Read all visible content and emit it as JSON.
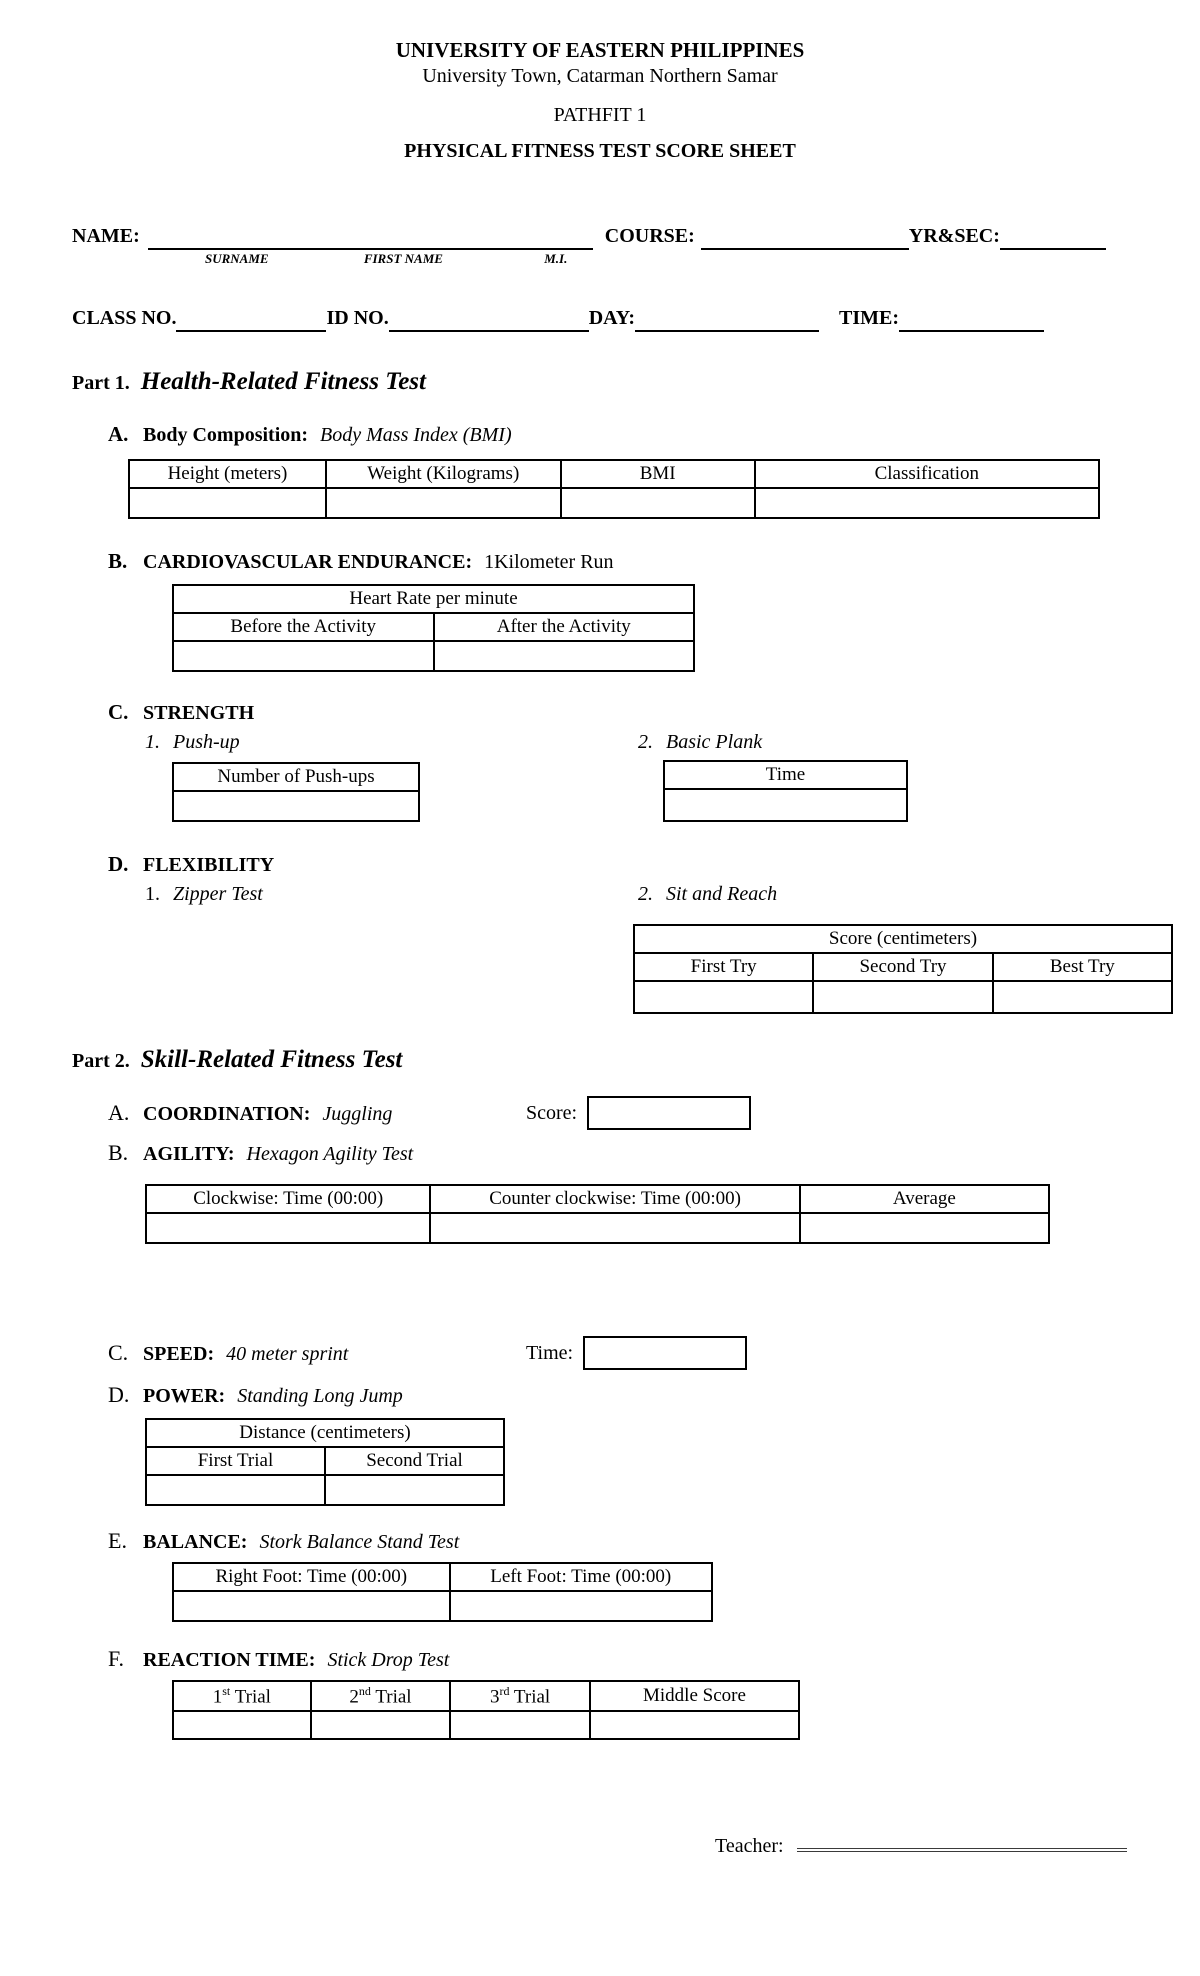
{
  "header": {
    "university": "UNIVERSITY OF EASTERN PHILIPPINES",
    "address": "University Town, Catarman Northern Samar",
    "program": "PATHFIT 1",
    "sheet_title": "PHYSICAL FITNESS TEST SCORE SHEET"
  },
  "student_info": {
    "name_label": "NAME:",
    "surname_label": "SURNAME",
    "first_name_label": "FIRST NAME",
    "mi_label": "M.I.",
    "course_label": "COURSE:",
    "yrsec_label": "YR&SEC:",
    "class_no_label": "CLASS NO.",
    "id_no_label": "ID NO.",
    "day_label": "DAY:",
    "time_label": "TIME:"
  },
  "part1": {
    "label": "Part 1.",
    "title": "Health-Related Fitness Test",
    "a": {
      "letter": "A.",
      "name": "Body Composition:",
      "detail": "Body Mass Index (BMI)",
      "headers": [
        "Height (meters)",
        "Weight (Kilograms)",
        "BMI",
        "Classification"
      ]
    },
    "b": {
      "letter": "B.",
      "name": "CARDIOVASCULAR ENDURANCE:",
      "detail": "1Kilometer Run",
      "table_title": "Heart Rate per minute",
      "headers": [
        "Before the Activity",
        "After the Activity"
      ]
    },
    "c": {
      "letter": "C.",
      "name": "STRENGTH",
      "items": [
        {
          "num": "1.",
          "name": "Push-up",
          "header": "Number of Push-ups"
        },
        {
          "num": "2.",
          "name": "Basic Plank",
          "header": "Time"
        }
      ]
    },
    "d": {
      "letter": "D.",
      "name": "FLEXIBILITY",
      "items": [
        {
          "num": "1.",
          "name": "Zipper Test"
        },
        {
          "num": "2.",
          "name": "Sit and Reach",
          "table_title": "Score (centimeters)",
          "headers": [
            "First Try",
            "Second Try",
            "Best Try"
          ]
        }
      ]
    }
  },
  "part2": {
    "label": "Part 2.",
    "title": "Skill-Related Fitness Test",
    "a": {
      "letter": "A.",
      "name": "COORDINATION:",
      "detail": "Juggling",
      "score_label": "Score:"
    },
    "b": {
      "letter": "B.",
      "name": "AGILITY:",
      "detail": "Hexagon Agility Test",
      "headers": [
        "Clockwise: Time (00:00)",
        "Counter clockwise: Time (00:00)",
        "Average"
      ]
    },
    "c": {
      "letter": "C.",
      "name": "SPEED:",
      "detail": "40 meter sprint",
      "time_label": "Time:"
    },
    "d": {
      "letter": "D.",
      "name": "POWER:",
      "detail": "Standing Long Jump",
      "table_title": "Distance (centimeters)",
      "headers": [
        "First Trial",
        "Second Trial"
      ]
    },
    "e": {
      "letter": "E.",
      "name": "BALANCE:",
      "detail": "Stork Balance Stand Test",
      "headers": [
        "Right Foot: Time (00:00)",
        "Left Foot: Time (00:00)"
      ]
    },
    "f": {
      "letter": "F.",
      "name": "REACTION TIME:",
      "detail": "Stick Drop Test",
      "trials": [
        {
          "n": "1",
          "ord": "st"
        },
        {
          "n": "2",
          "ord": "nd"
        },
        {
          "n": "3",
          "rd": "",
          "ord": "rd"
        }
      ],
      "trial_word": " Trial",
      "middle_label": "Middle Score"
    }
  },
  "footer": {
    "teacher_label": "Teacher:"
  }
}
